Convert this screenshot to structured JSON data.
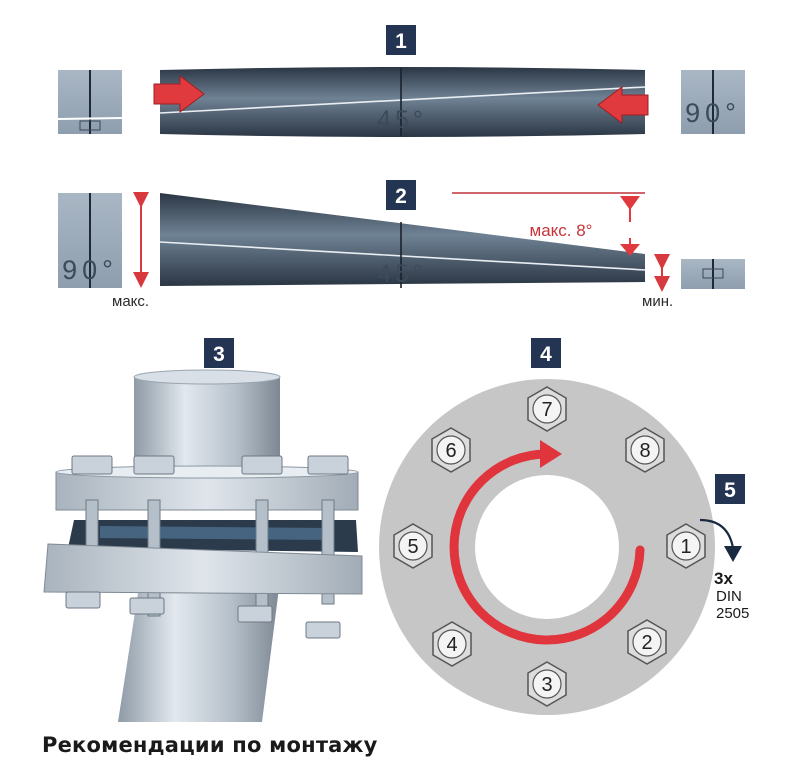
{
  "steps": {
    "step1": "1",
    "step2": "2",
    "step3": "3",
    "step4": "4",
    "step5": "5"
  },
  "angles": {
    "angle_45_a": "45°",
    "angle_90_a": "90°",
    "angle_45_b": "45°",
    "angle_90_b": "90°",
    "max_angle": "макс. 8°"
  },
  "labels": {
    "max": "макс.",
    "min": "мин."
  },
  "bolts": [
    "1",
    "2",
    "3",
    "4",
    "5",
    "6",
    "7",
    "8"
  ],
  "torque": {
    "line1": "3x",
    "line2": "DIN",
    "line3": "2505"
  },
  "caption": "Рекомендации по монтажу",
  "colors": {
    "accent_red": "#e03a3e",
    "step_box": "#243553",
    "steel_dark": "#2e3a48",
    "steel_light": "#c4cfd9",
    "flange_gray": "#c9c9c9"
  }
}
